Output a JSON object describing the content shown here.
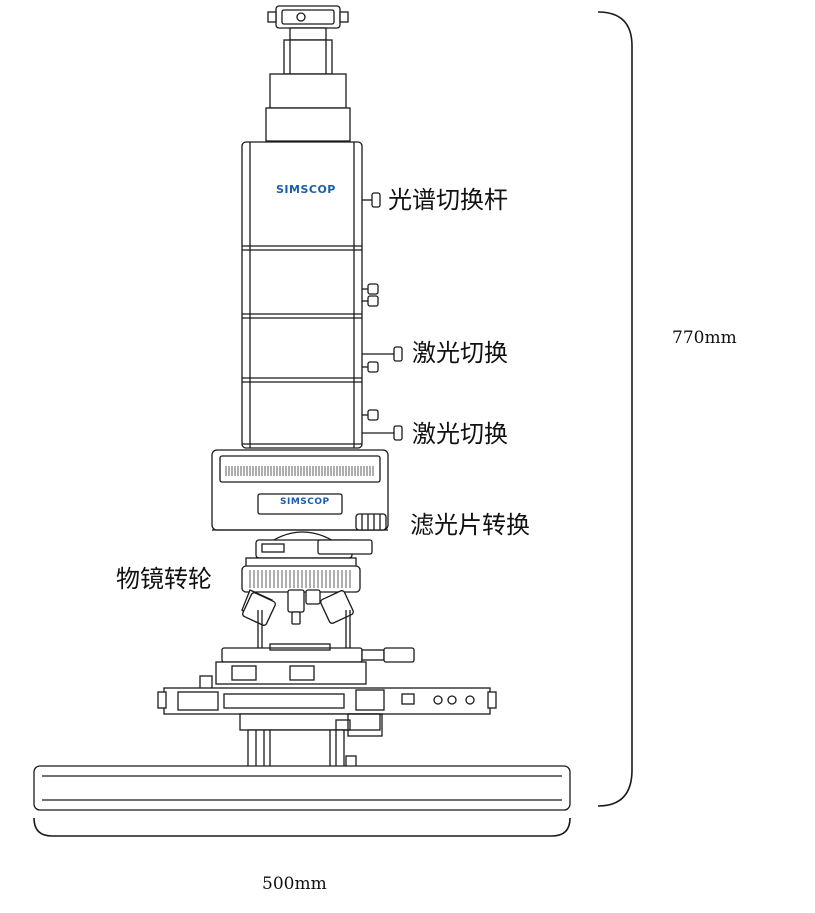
{
  "brand": {
    "logo_text": "SIMSCOP",
    "color": "#1a5fa8"
  },
  "labels": {
    "spectrum_lever": "光谱切换杆",
    "laser_switch_1": "激光切换",
    "laser_switch_2": "激光切换",
    "filter_switch": "滤光片转换",
    "objective_turret": "物镜转轮"
  },
  "dimensions": {
    "height": "770mm",
    "width": "500mm"
  },
  "colors": {
    "line": "#1a1a1a",
    "fill": "#ffffff",
    "accent": "#1a5fa8"
  }
}
